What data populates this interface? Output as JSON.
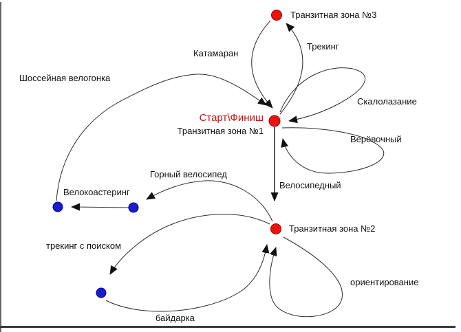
{
  "diagram": {
    "colors": {
      "node_red": "#ee1111",
      "node_blue": "#1a1ad0",
      "start_finish_text": "#cc1111",
      "edge_line": "#2b2b2b",
      "label_text": "#111111",
      "background": "#ffffff"
    },
    "nodes": [
      {
        "id": "transit-zone-3",
        "label": "Транзитная зона №3",
        "type": "red"
      },
      {
        "id": "transit-zone-1",
        "label": "Транзитная зона №1",
        "start_finish_label": "Старт\\Финиш",
        "type": "red"
      },
      {
        "id": "transit-zone-2",
        "label": "Транзитная зона №2",
        "type": "red"
      },
      {
        "id": "velokoastering-end-node",
        "type": "blue"
      },
      {
        "id": "velokoastering-start-node",
        "type": "blue"
      },
      {
        "id": "trekking-search-node",
        "type": "blue"
      }
    ],
    "edges": [
      {
        "id": "trekking",
        "label": "Трекинг",
        "from": "transit-zone-1",
        "to": "transit-zone-3"
      },
      {
        "id": "katamaran",
        "label": "Катамаран",
        "from": "transit-zone-3",
        "to": "transit-zone-1"
      },
      {
        "id": "road-cycling-race",
        "label": "Шоссейная велогонка",
        "from": "velokoastering-end-node",
        "to": "transit-zone-1"
      },
      {
        "id": "rock-climbing",
        "label": "Скалолазание",
        "from": "transit-zone-1",
        "to": "transit-zone-1"
      },
      {
        "id": "rope-course",
        "label": "Верёвочный",
        "from": "transit-zone-1",
        "to": "transit-zone-1"
      },
      {
        "id": "cycling",
        "label": "Велосипедный",
        "from": "transit-zone-1",
        "to": "transit-zone-2"
      },
      {
        "id": "mountain-bike",
        "label": "Горный велосипед",
        "from": "transit-zone-2",
        "to": "velokoastering-start-node"
      },
      {
        "id": "velokoastering",
        "label": "Велокоастеринг",
        "from": "velokoastering-start-node",
        "to": "velokoastering-end-node"
      },
      {
        "id": "trekking-with-search",
        "label": "трекинг с поиском",
        "from": "transit-zone-2",
        "to": "trekking-search-node"
      },
      {
        "id": "kayak",
        "label": "байдарка",
        "from": "trekking-search-node",
        "to": "transit-zone-2"
      },
      {
        "id": "orienteering",
        "label": "ориентирование",
        "from": "transit-zone-2",
        "to": "transit-zone-2"
      }
    ]
  }
}
